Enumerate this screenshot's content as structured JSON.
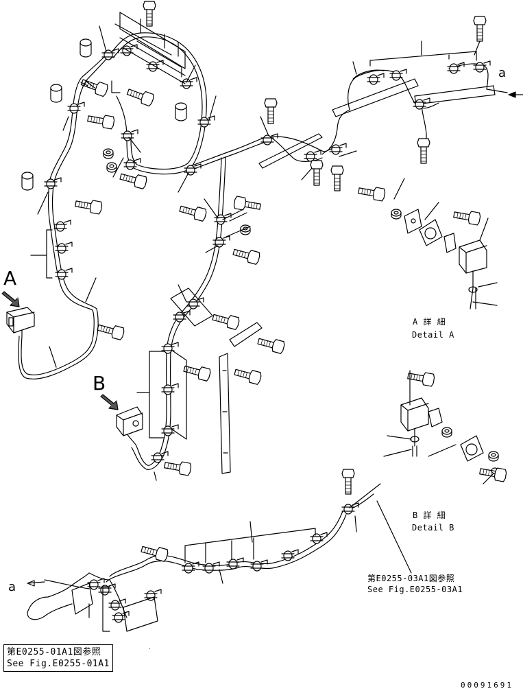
{
  "view_labels": {
    "a_top": "a",
    "a_bottom": "a",
    "A": "A",
    "B": "B"
  },
  "detail_a": {
    "jp": "A 詳 細",
    "en": "Detail A"
  },
  "detail_b": {
    "jp": "B 詳 細",
    "en": "Detail B"
  },
  "ref_03": {
    "jp": "第E0255-03A1図参照",
    "en": "See Fig.E0255-03A1"
  },
  "ref_01": {
    "jp": "第E0255-01A1図参照",
    "en": "See Fig.E0255-01A1"
  },
  "drawing_number": "00091691",
  "colors": {
    "line": "#000000",
    "background": "#ffffff",
    "arrow_fill": "#555555"
  },
  "icons": [
    "bolt-icon",
    "clamp-icon",
    "connector-icon",
    "bracket-icon",
    "view-arrow-icon"
  ]
}
